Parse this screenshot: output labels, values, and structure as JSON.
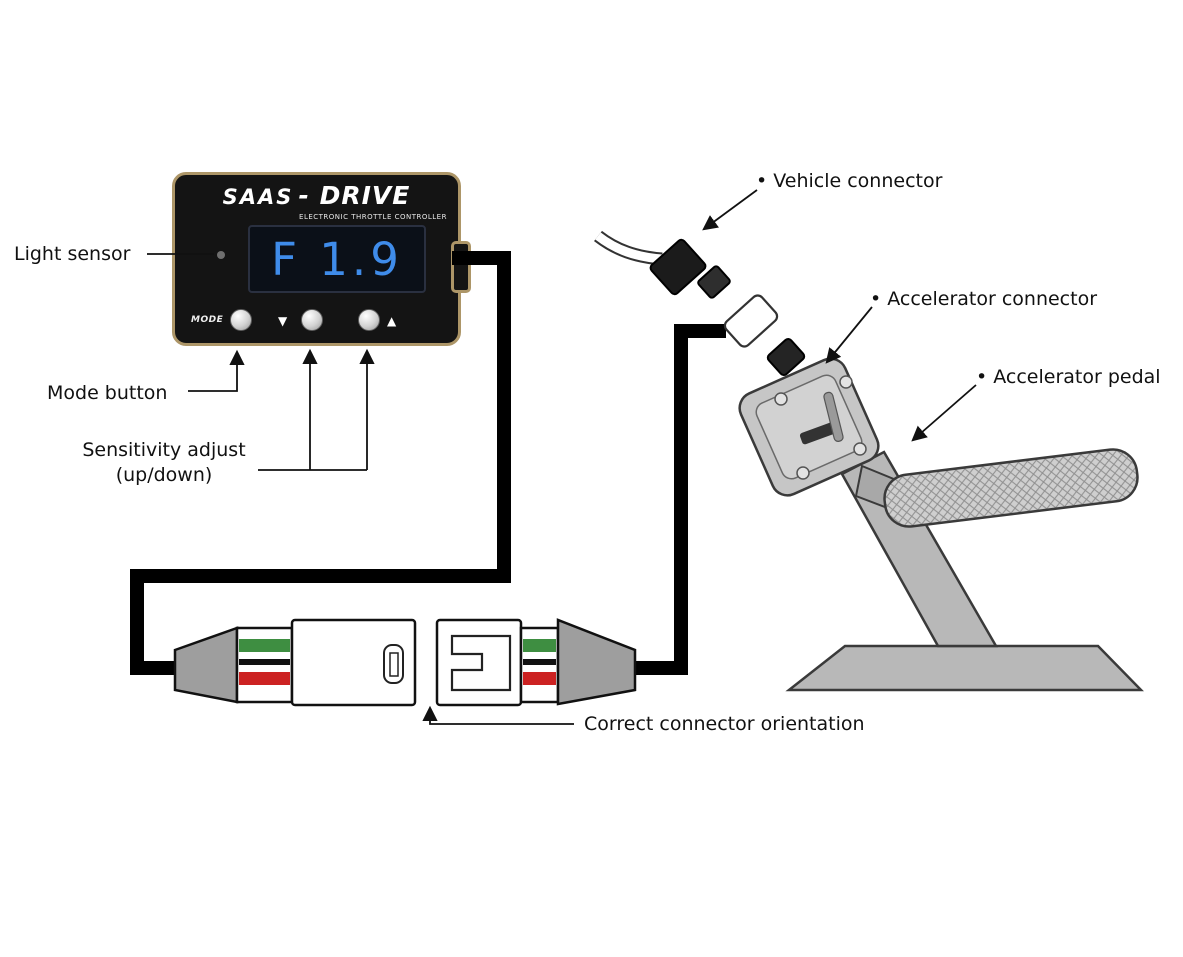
{
  "device": {
    "brand": "SAAS",
    "model": "- DRIVE",
    "subtitle": "ELECTRONIC THROTTLE CONTROLLER",
    "display_value": "F 1.9",
    "mode_label": "MODE",
    "down_glyph": "▼",
    "up_glyph": "▲"
  },
  "labels": {
    "light_sensor": "Light sensor",
    "mode_button": "Mode button",
    "sensitivity_line1": "Sensitivity adjust",
    "sensitivity_line2": "(up/down)",
    "vehicle_connector": "• Vehicle connector",
    "accelerator_connector": "• Accelerator connector",
    "accelerator_pedal": "• Accelerator pedal",
    "correct_orientation": "Correct connector orientation"
  },
  "colors": {
    "display_text": "#3f8cea",
    "device_border": "#ad9668",
    "wire_green": "#3e8e41",
    "wire_black": "#111111",
    "wire_red": "#cc2222",
    "cable_black": "#000000",
    "metal_gray": "#bdbdbd"
  }
}
